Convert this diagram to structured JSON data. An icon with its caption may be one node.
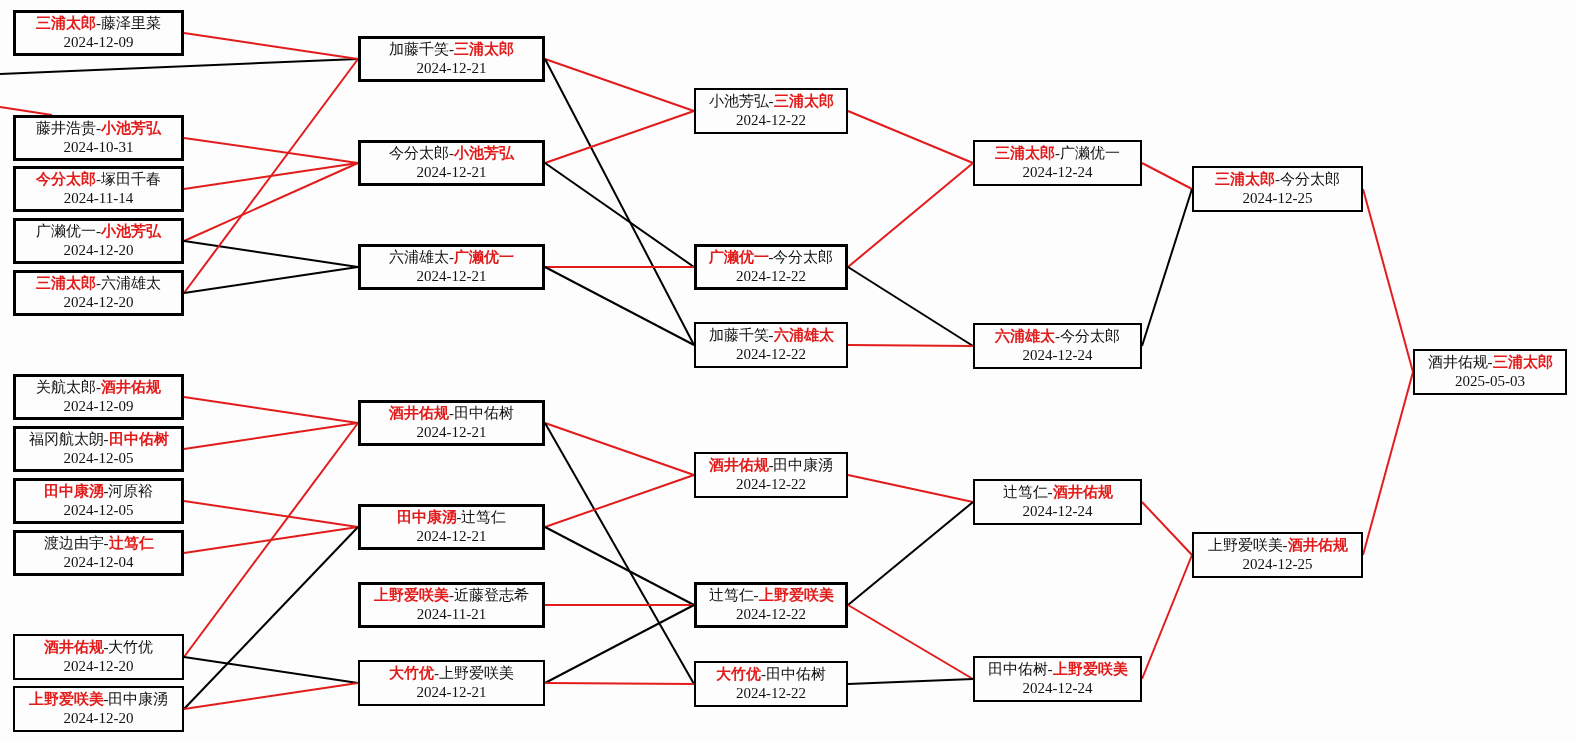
{
  "diagram": {
    "nodes": [
      {
        "text": [
          "**三浦太郎**-藤泽里菜",
          "2024-12-09"
        ]
      },
      {
        "text": [
          "藤井浩贵-**小池芳弘**",
          "2024-10-31"
        ]
      },
      {
        "text": [
          "**今分太郎**-塚田千春",
          "2024-11-14"
        ]
      },
      {
        "text": [
          "广濑优一-**小池芳弘**",
          "2024-12-20"
        ]
      },
      {
        "text": [
          "**三浦太郎**-六浦雄太",
          "2024-12-20"
        ]
      },
      {
        "text": [
          "关航太郎-**酒井佑规**",
          "2024-12-09"
        ]
      },
      {
        "text": [
          "福冈航太朗-**田中佑树**",
          "2024-12-05"
        ]
      },
      {
        "text": [
          "**田中康湧**-河原裕",
          "2024-12-05"
        ]
      },
      {
        "text": [
          "渡边由宇-**辻笃仁**",
          "2024-12-04"
        ]
      },
      {
        "text": [
          "**酒井佑规**-大竹优",
          "2024-12-20"
        ]
      },
      {
        "text": [
          "**上野爱咲美**-田中康湧",
          "2024-12-20"
        ]
      },
      {
        "text": [
          "加藤千笑-**三浦太郎**",
          "2024-12-21"
        ]
      },
      {
        "text": [
          "今分太郎-**小池芳弘**",
          "2024-12-21"
        ]
      },
      {
        "text": [
          "六浦雄太-**广濑优一**",
          "2024-12-21"
        ]
      },
      {
        "text": [
          "**酒井佑规**-田中佑树",
          "2024-12-21"
        ]
      },
      {
        "text": [
          "**田中康湧**-辻笃仁",
          "2024-12-21"
        ]
      },
      {
        "text": [
          "**上野爱咲美**-近藤登志希",
          "2024-11-21"
        ]
      },
      {
        "text": [
          "**大竹优**-上野爱咲美",
          "2024-12-21"
        ]
      },
      {
        "text": [
          "小池芳弘-**三浦太郎**",
          "2024-12-22"
        ]
      },
      {
        "text": [
          "**广濑优一**-今分太郎",
          "2024-12-22"
        ]
      },
      {
        "text": [
          "加藤千笑-**六浦雄太**",
          "2024-12-22"
        ]
      },
      {
        "text": [
          "**酒井佑规**-田中康湧",
          "2024-12-22"
        ]
      },
      {
        "text": [
          "辻笃仁-**上野爱咲美**",
          "2024-12-22"
        ]
      },
      {
        "text": [
          "**大竹优**-田中佑树",
          "2024-12-22"
        ]
      },
      {
        "text": [
          "**三浦太郎**-广濑优一",
          "2024-12-24"
        ]
      },
      {
        "text": [
          "**六浦雄太**-今分太郎",
          "2024-12-24"
        ]
      },
      {
        "text": [
          "辻笃仁-**酒井佑规**",
          "2024-12-24"
        ]
      },
      {
        "text": [
          "田中佑树-**上野爱咲美**",
          "2024-12-24"
        ]
      },
      {
        "text": [
          "**三浦太郎**-今分太郎",
          "2024-12-25"
        ]
      },
      {
        "text": [
          "上野爱咲美-**酒井佑规**",
          "2024-12-25"
        ]
      },
      {
        "text": [
          "酒井佑规-**三浦太郎**",
          "2025-05-03"
        ]
      }
    ],
    "edges": [
      {
        "from": null,
        "to": 11,
        "arrow": "none",
        "color": "#000000"
      },
      {
        "from": null,
        "to": 1,
        "arrow": "none"
      },
      {
        "from": 0,
        "to": 11,
        "arrow": "none"
      },
      {
        "from": 1,
        "to": 12,
        "arrow": "none"
      },
      {
        "from": 2,
        "to": 12,
        "arrow": "none"
      },
      {
        "from": 3,
        "to": 12,
        "arrow": "none"
      },
      {
        "from": 3,
        "to": 13,
        "arrow": "none",
        "color": "#000000"
      },
      {
        "from": 4,
        "to": 11,
        "arrow": "none"
      },
      {
        "from": 4,
        "to": 13,
        "arrow": "none",
        "color": "#000000"
      },
      {
        "from": 5,
        "to": 14,
        "arrow": "none"
      },
      {
        "from": 6,
        "to": 14,
        "arrow": "none"
      },
      {
        "from": 7,
        "to": 15,
        "arrow": "none"
      },
      {
        "from": 8,
        "to": 15,
        "arrow": "none"
      },
      {
        "from": 9,
        "to": 14,
        "arrow": "none"
      },
      {
        "from": 9,
        "to": 17,
        "arrow": "none",
        "color": "#000000"
      },
      {
        "from": 10,
        "to": 15,
        "arrow": "none",
        "color": "#000000"
      },
      {
        "from": 10,
        "to": 17,
        "arrow": "none"
      },
      {
        "from": 11,
        "to": 18,
        "arrow": "none"
      },
      {
        "from": 11,
        "to": 20,
        "arrow": "none",
        "color": "#000000"
      },
      {
        "from": 12,
        "to": 18,
        "arrow": "none"
      },
      {
        "from": 12,
        "to": 19,
        "arrow": "none",
        "color": "#000000"
      },
      {
        "from": 13,
        "to": 19,
        "arrow": "none"
      },
      {
        "from": 13,
        "to": 20,
        "arrow": "none",
        "color": "#000000"
      },
      {
        "from": 14,
        "to": 21,
        "arrow": "none"
      },
      {
        "from": 14,
        "to": 23,
        "arrow": "none",
        "color": "#000000"
      },
      {
        "from": 15,
        "to": 21,
        "arrow": "none"
      },
      {
        "from": 15,
        "to": 22,
        "arrow": "none",
        "color": "#000000"
      },
      {
        "from": 16,
        "to": 22,
        "arrow": "none"
      },
      {
        "from": 17,
        "to": 22,
        "arrow": "none",
        "color": "#000000"
      },
      {
        "from": 17,
        "to": 23,
        "arrow": "none"
      },
      {
        "from": 18,
        "to": 24,
        "arrow": "none"
      },
      {
        "from": 19,
        "to": 24,
        "arrow": "none"
      },
      {
        "from": 19,
        "to": 25,
        "arrow": "none",
        "color": "#000000"
      },
      {
        "from": 20,
        "to": 25,
        "arrow": "none"
      },
      {
        "from": 21,
        "to": 26,
        "arrow": "none"
      },
      {
        "from": 22,
        "to": 26,
        "arrow": "none",
        "color": "#000000"
      },
      {
        "from": 22,
        "to": 27,
        "arrow": "none"
      },
      {
        "from": 23,
        "to": 27,
        "arrow": "none",
        "color": "#000000"
      },
      {
        "from": 24,
        "to": 28,
        "arrow": "none"
      },
      {
        "from": 25,
        "to": 28,
        "arrow": "none",
        "color": "#000000"
      },
      {
        "from": 26,
        "to": 29,
        "arrow": "none"
      },
      {
        "from": 27,
        "to": 29,
        "arrow": "none"
      },
      {
        "from": 28,
        "to": 30,
        "arrow": "none"
      },
      {
        "from": 29,
        "to": 30,
        "arrow": "none"
      }
    ]
  }
}
